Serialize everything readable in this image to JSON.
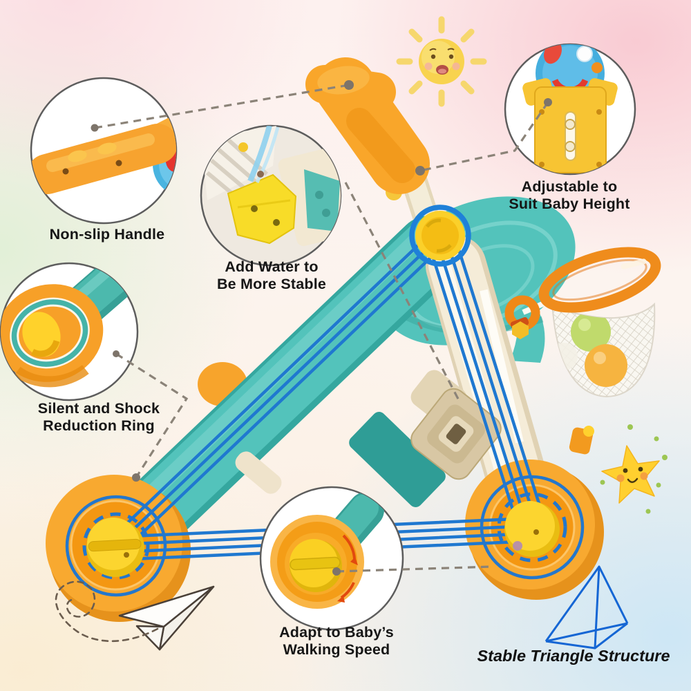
{
  "labels": {
    "handle": "Non-slip Handle",
    "water": "Add Water to\nBe More Stable",
    "height": "Adjustable to\nSuit Baby Height",
    "shock": "Silent and Shock\nReduction Ring",
    "speed": "Adapt to Baby’s\nWalking Speed",
    "triangle_caption": "Stable Triangle Structure"
  },
  "colors": {
    "overlay_blue": "#1f78d0",
    "pyramid_blue": "#1566d4",
    "walker_teal": "#53c3bb",
    "walker_orange": "#f8a930",
    "knob_yellow": "#fbd22a",
    "beam_cream": "#f5ecd8",
    "hoop_orange": "#ef8c1c",
    "connector_gray": "#8b8378",
    "text_black": "#161616"
  },
  "icons": [
    "sun-face-icon",
    "star-face-icon",
    "paper-airplane-icon",
    "spiral-doodle-icon",
    "pyramid-wireframe-icon",
    "magnifier-callout-circles"
  ]
}
